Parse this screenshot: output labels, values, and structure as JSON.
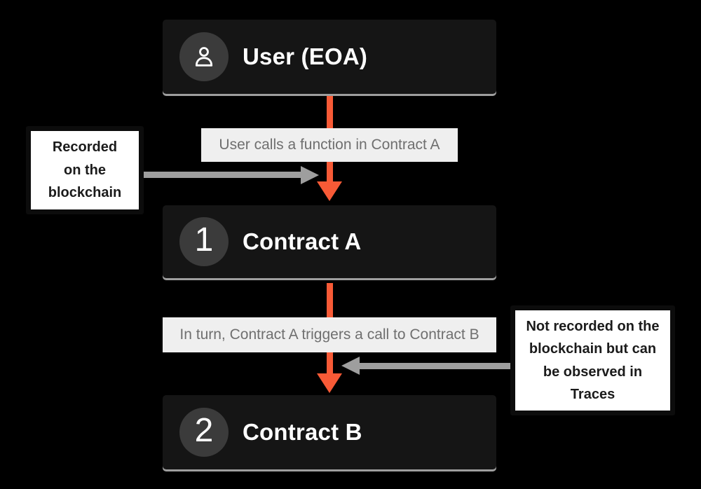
{
  "nodes": {
    "user": {
      "title": "User (EOA)",
      "icon": "person-icon"
    },
    "contract_a": {
      "badge": "1",
      "title": "Contract A"
    },
    "contract_b": {
      "badge": "2",
      "title": "Contract B"
    }
  },
  "labels": {
    "call1": "User calls a function in Contract A",
    "call2": "In turn, Contract A triggers a call to Contract B"
  },
  "notes": {
    "recorded": "Recorded\non the\nblockchain",
    "not_recorded": "Not recorded on the\nblockchain but can\nbe observed in\nTraces"
  },
  "colors": {
    "background": "#000000",
    "node_bg": "#151515",
    "node_underline": "#9e9e9e",
    "badge_bg": "#3b3b3b",
    "node_text": "#ffffff",
    "accent": "#f85a36",
    "arrow_gray": "#9e9e9e",
    "label_bg": "#efefef",
    "label_text": "#6f6f6f",
    "note_bg": "#ffffff",
    "note_border": "#0c0c0c",
    "note_text": "#1b1b1b"
  }
}
